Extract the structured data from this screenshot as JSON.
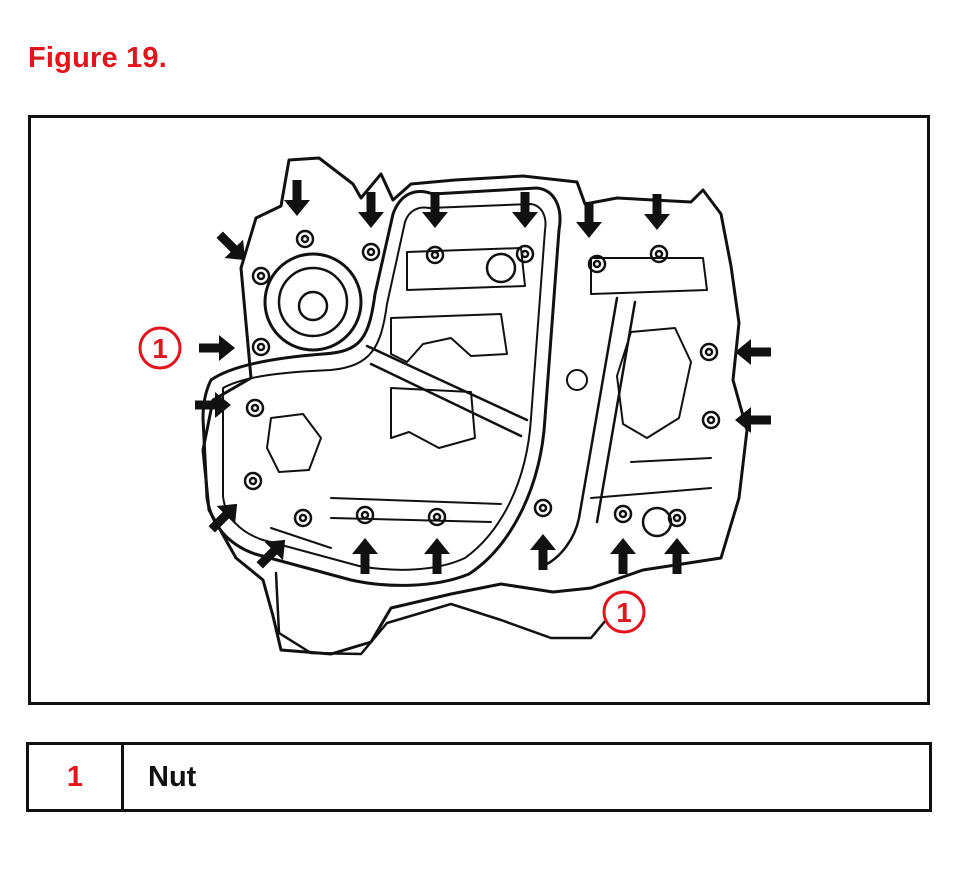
{
  "figure": {
    "title": "Figure 19."
  },
  "callouts": [
    {
      "number": "1"
    },
    {
      "number": "1"
    }
  ],
  "legend": {
    "rows": [
      {
        "number": "1",
        "label": "Nut"
      }
    ]
  },
  "colors": {
    "accent": "#e3141b",
    "line": "#111111"
  }
}
